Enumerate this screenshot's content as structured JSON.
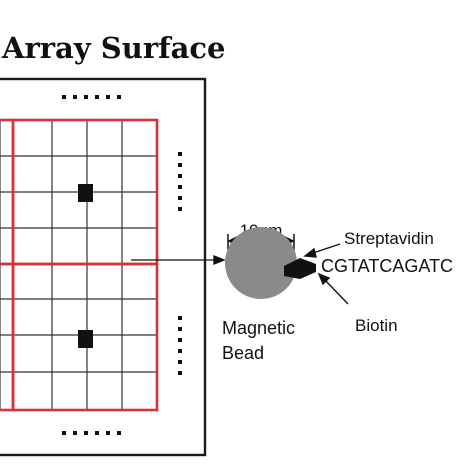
{
  "title": "Array Surface",
  "scale_label": "10μm",
  "bead": {
    "label_line1": "Magnetic",
    "label_line2": "Bead"
  },
  "labels": {
    "streptavidin": "Streptavidin",
    "sequence": "CGTATCAGATC",
    "biotin": "Biotin"
  },
  "colors": {
    "frame": "#1a1a1a",
    "grid_red": "#d9303a",
    "grid_line": "#333333",
    "bead_fill": "#8a8a8a",
    "text": "#111111"
  }
}
